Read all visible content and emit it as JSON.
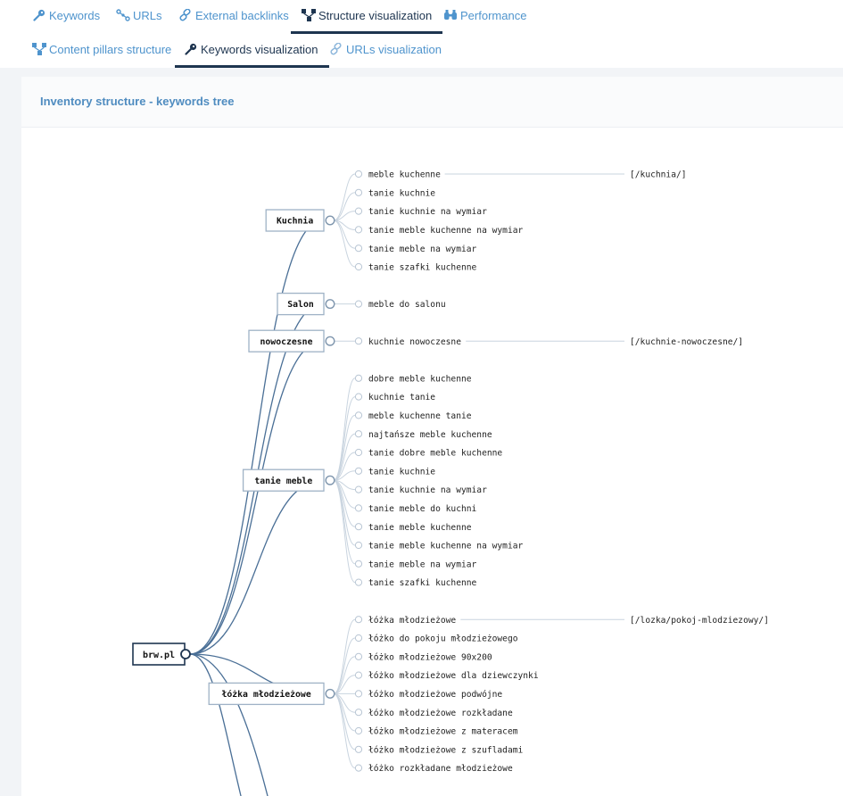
{
  "tabs_primary": [
    {
      "label": "Keywords",
      "icon": "key-icon"
    },
    {
      "label": "URLs",
      "icon": "network-icon"
    },
    {
      "label": "External backlinks",
      "icon": "link-icon"
    },
    {
      "label": "Structure visualization",
      "icon": "structure-icon",
      "active": true
    },
    {
      "label": "Performance",
      "icon": "binoculars-icon"
    }
  ],
  "tabs_secondary": [
    {
      "label": "Content pillars structure",
      "icon": "structure-icon"
    },
    {
      "label": "Keywords visualization",
      "icon": "key-icon",
      "active": true
    },
    {
      "label": "URLs visualization",
      "icon": "link-icon"
    }
  ],
  "panel": {
    "title": "Inventory structure - keywords tree"
  },
  "colors": {
    "accent": "#4f94cd",
    "dark": "#1e3550",
    "link_line": "#4a6f96",
    "leaf_line": "#c9d4df"
  },
  "tree": {
    "root": "brw.pl",
    "categories": [
      {
        "label": "Kuchnia",
        "keywords": [
          {
            "text": "meble kuchenne",
            "url": "[/kuchnia/]"
          },
          {
            "text": "tanie kuchnie"
          },
          {
            "text": "tanie kuchnie na wymiar"
          },
          {
            "text": "tanie meble kuchenne na wymiar"
          },
          {
            "text": "tanie meble na wymiar"
          },
          {
            "text": "tanie szafki kuchenne"
          }
        ]
      },
      {
        "label": "Salon",
        "keywords": [
          {
            "text": "meble do salonu"
          }
        ]
      },
      {
        "label": "nowoczesne",
        "keywords": [
          {
            "text": "kuchnie nowoczesne",
            "url": "[/kuchnie-nowoczesne/]"
          }
        ]
      },
      {
        "label": "tanie meble",
        "keywords": [
          {
            "text": "dobre meble kuchenne"
          },
          {
            "text": "kuchnie tanie"
          },
          {
            "text": "meble kuchenne tanie"
          },
          {
            "text": "najtańsze meble kuchenne"
          },
          {
            "text": "tanie dobre meble kuchenne"
          },
          {
            "text": "tanie kuchnie"
          },
          {
            "text": "tanie kuchnie na wymiar"
          },
          {
            "text": "tanie meble do kuchni"
          },
          {
            "text": "tanie meble kuchenne"
          },
          {
            "text": "tanie meble kuchenne na wymiar"
          },
          {
            "text": "tanie meble na wymiar"
          },
          {
            "text": "tanie szafki kuchenne"
          }
        ]
      },
      {
        "label": "łóżka młodzieżowe",
        "keywords": [
          {
            "text": "łóżka młodzieżowe",
            "url": "[/lozka/pokoj-mlodziezowy/]"
          },
          {
            "text": "łóżko do pokoju młodzieżowego"
          },
          {
            "text": "łóżko młodzieżowe 90x200"
          },
          {
            "text": "łóżko młodzieżowe dla dziewczynki"
          },
          {
            "text": "łóżko młodzieżowe podwójne"
          },
          {
            "text": "łóżko młodzieżowe rozkładane"
          },
          {
            "text": "łóżko młodzieżowe z materacem"
          },
          {
            "text": "łóżko młodzieżowe z szufladami"
          },
          {
            "text": "łóżko rozkładane młodzieżowe"
          }
        ]
      }
    ]
  }
}
